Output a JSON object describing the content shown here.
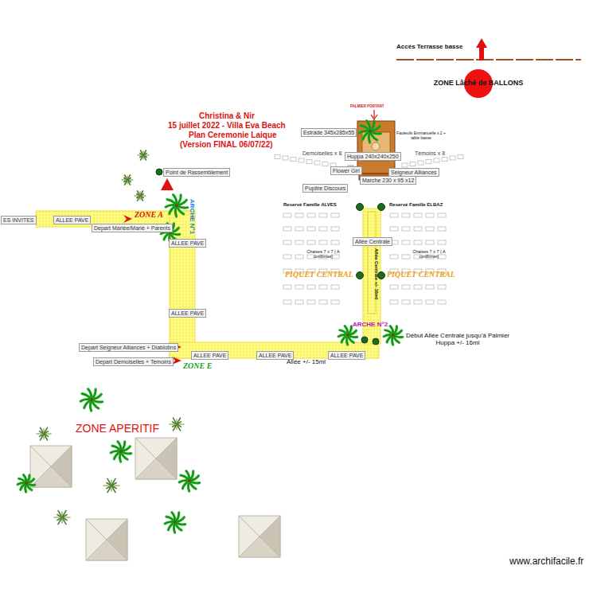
{
  "diagram": {
    "title": "Christina & Nir",
    "nodes": [
      {
        "text": [
          "ES INVITES"
        ]
      },
      {
        "text": [
          "ALLEE PAVE"
        ]
      },
      {
        "text": [
          "Depart Mariée/Marié + Parents"
        ]
      },
      {
        "text": [
          "Point de Rassemblement"
        ]
      },
      {
        "text": [
          "ALLEE PAVE"
        ]
      },
      {
        "text": [
          "ALLEE PAVE"
        ]
      },
      {
        "text": [
          "Depart Seigneur Alliances + Diablotins"
        ]
      },
      {
        "text": [
          "Depart Demoiselles + Temoins"
        ]
      },
      {
        "text": [
          "ALLEE PAVE"
        ]
      },
      {
        "text": [
          "ALLEE PAVE"
        ]
      },
      {
        "text": [
          "ALLEE PAVE"
        ]
      },
      {
        "text": [
          "Estrade 345x285x55"
        ]
      },
      {
        "text": [
          "Huppa 240x240x250"
        ]
      },
      {
        "text": [
          "Marche 230 x 95 x12"
        ]
      },
      {
        "text": [
          "Flower Girl"
        ]
      },
      {
        "text": [
          "Seigneur Alliances"
        ]
      },
      {
        "text": [
          "Pupitre Discours"
        ]
      },
      {
        "text": [
          "Allée Centrale"
        ]
      },
      {
        "text": [
          "ZONE Lâché de BALLONS"
        ]
      }
    ],
    "labels": [
      "Accés Terrasse basse",
      "15 juillet 2022 - Villa Eva Beach",
      "Plan Ceremonie Laique",
      "(Version FINAL 06/07/22)",
      "ZONE A",
      "ARCHE N°1",
      "ZONE E",
      "Allée +/- 15ml",
      "ARCHE N°2",
      "Début Allée Centrale jusqu'à Palmier Huppa +/- 16ml",
      "Allée Centrale +/- 16ml",
      "PIQUET CENTRAL",
      "PIQUET CENTRAL",
      "Reservé Famille ALVES",
      "Reservé Famille ELBAZ",
      "Chaises 7 x 7 ( A confirmer)",
      "Chaises 7 x 7 ( A confirmer)",
      "Fauteuils Emmanuelle x 2 + table basse",
      "Demoiselles x 8",
      "Témoins x 8",
      "PALMIER PORTANT",
      "ZONE APERITIF",
      "www.archifacile.fr"
    ]
  }
}
